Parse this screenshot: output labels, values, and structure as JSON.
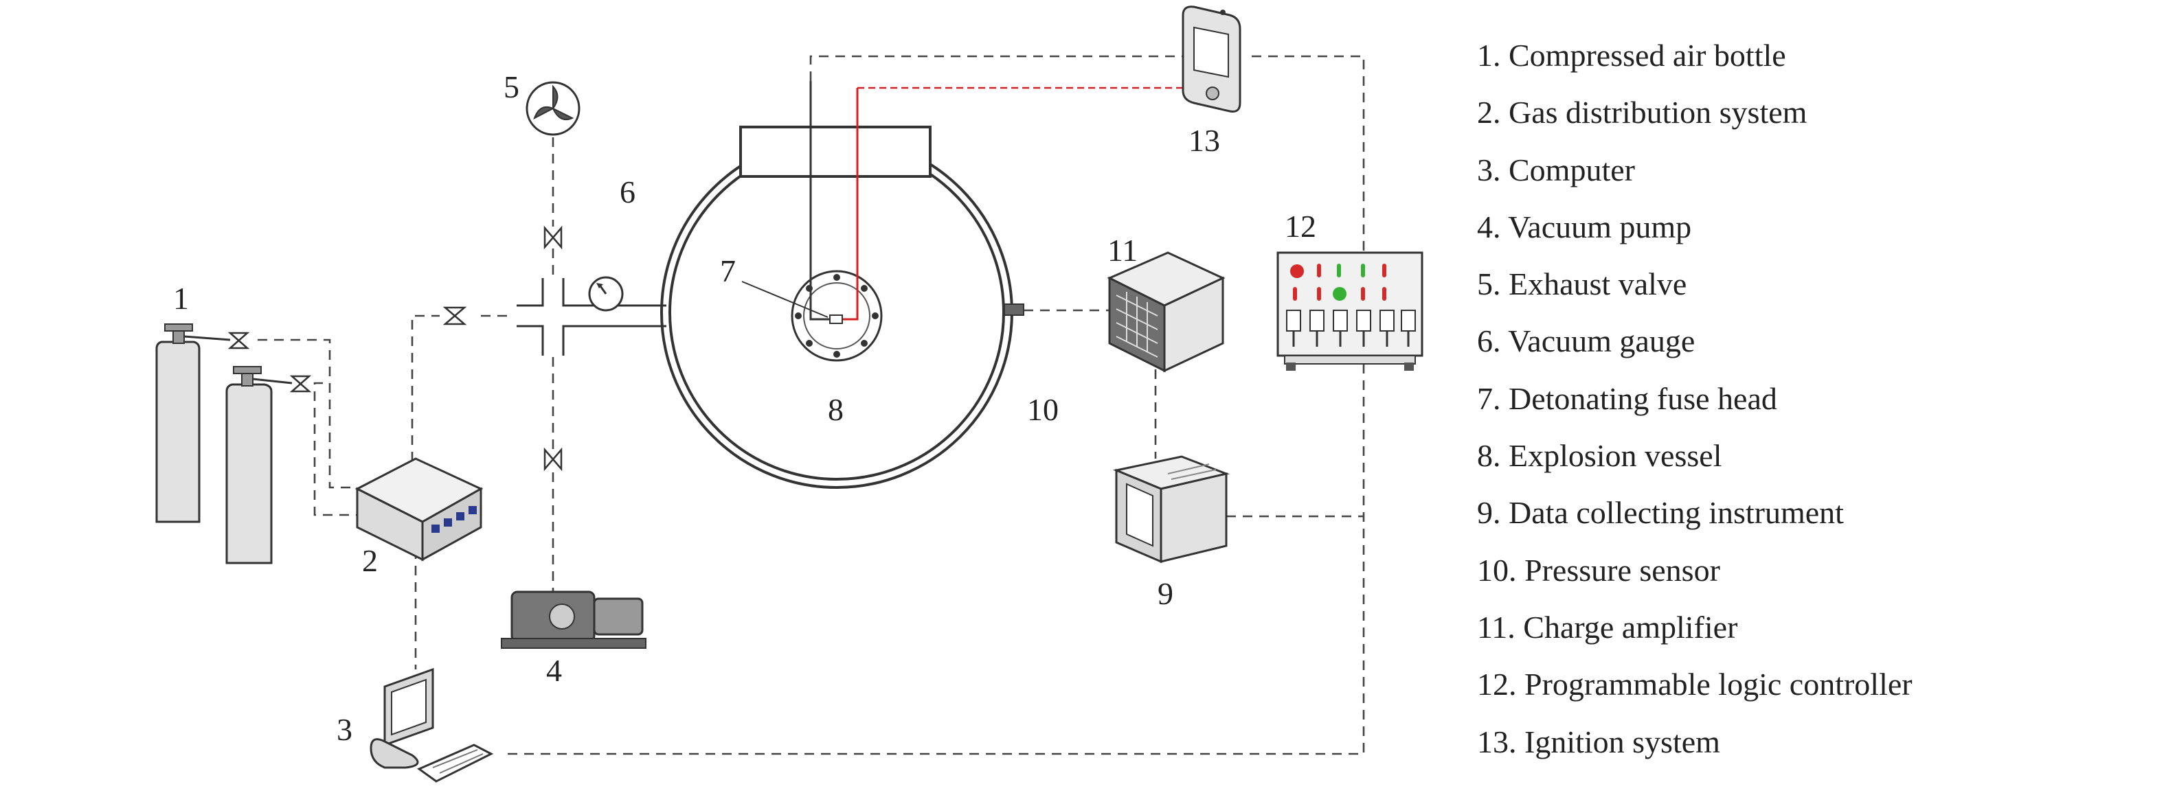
{
  "numbers": {
    "n1": "1",
    "n2": "2",
    "n3": "3",
    "n4": "4",
    "n5": "5",
    "n6": "6",
    "n7": "7",
    "n8": "8",
    "n9": "9",
    "n10": "10",
    "n11": "11",
    "n12": "12",
    "n13": "13"
  },
  "legend": [
    "1. Compressed air bottle",
    "2. Gas distribution system",
    "3. Computer",
    "4. Vacuum pump",
    "5. Exhaust valve",
    "6. Vacuum gauge",
    "7. Detonating fuse head",
    "8. Explosion vessel",
    "9. Data collecting instrument",
    "10. Pressure sensor",
    "11. Charge amplifier",
    "12. Programmable logic controller",
    "13. Ignition system"
  ],
  "colors": {
    "ignition_wire": "#d42020",
    "plc_red": "#d42a2a",
    "plc_green": "#35b035",
    "line": "#333333"
  }
}
